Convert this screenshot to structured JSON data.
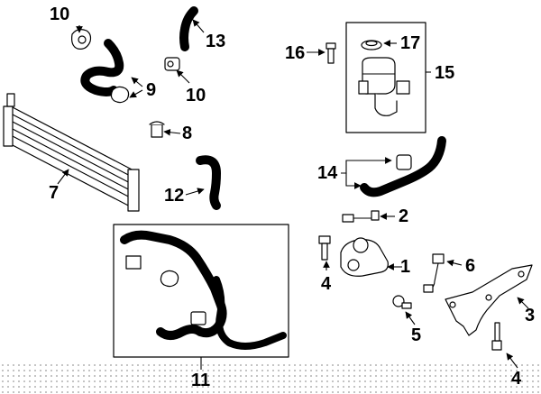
{
  "diagram": {
    "callouts": [
      {
        "id": "c10a",
        "label": "10"
      },
      {
        "id": "c13",
        "label": "13"
      },
      {
        "id": "c16",
        "label": "16"
      },
      {
        "id": "c17",
        "label": "17"
      },
      {
        "id": "c9",
        "label": "9"
      },
      {
        "id": "c10b",
        "label": "10"
      },
      {
        "id": "c15",
        "label": "15"
      },
      {
        "id": "c8",
        "label": "8"
      },
      {
        "id": "c7",
        "label": "7"
      },
      {
        "id": "c14",
        "label": "14"
      },
      {
        "id": "c12",
        "label": "12"
      },
      {
        "id": "c2",
        "label": "2"
      },
      {
        "id": "c1",
        "label": "1"
      },
      {
        "id": "c6",
        "label": "6"
      },
      {
        "id": "c4a",
        "label": "4"
      },
      {
        "id": "c3",
        "label": "3"
      },
      {
        "id": "c5",
        "label": "5"
      },
      {
        "id": "c11",
        "label": "11"
      },
      {
        "id": "c4b",
        "label": "4"
      }
    ]
  }
}
